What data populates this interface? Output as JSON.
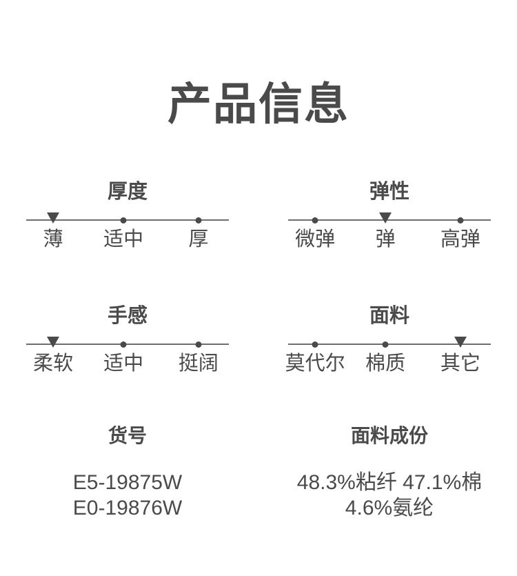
{
  "page": {
    "title": "产品信息"
  },
  "colors": {
    "text": "#4a4a4a",
    "line": "#6e6e6e",
    "background": "#ffffff"
  },
  "scales": [
    {
      "name": "thickness",
      "title": "厚度",
      "options": [
        {
          "label": "薄",
          "selected": true
        },
        {
          "label": "适中",
          "selected": false
        },
        {
          "label": "厚",
          "selected": false
        }
      ]
    },
    {
      "name": "elasticity",
      "title": "弹性",
      "options": [
        {
          "label": "微弹",
          "selected": false
        },
        {
          "label": "弹",
          "selected": true
        },
        {
          "label": "高弹",
          "selected": false
        }
      ]
    },
    {
      "name": "hand-feel",
      "title": "手感",
      "options": [
        {
          "label": "柔软",
          "selected": true
        },
        {
          "label": "适中",
          "selected": false
        },
        {
          "label": "挺阔",
          "selected": false
        }
      ]
    },
    {
      "name": "fabric",
      "title": "面料",
      "options": [
        {
          "label": "莫代尔",
          "selected": false
        },
        {
          "label": "棉质",
          "selected": false
        },
        {
          "label": "其它",
          "selected": true
        }
      ]
    }
  ],
  "details": [
    {
      "name": "item-number",
      "title": "货号",
      "lines": [
        "E5-19875W",
        "E0-19876W"
      ]
    },
    {
      "name": "fabric-composition",
      "title": "面料成份",
      "lines": [
        "48.3%粘纤 47.1%棉",
        "4.6%氨纶"
      ]
    }
  ]
}
